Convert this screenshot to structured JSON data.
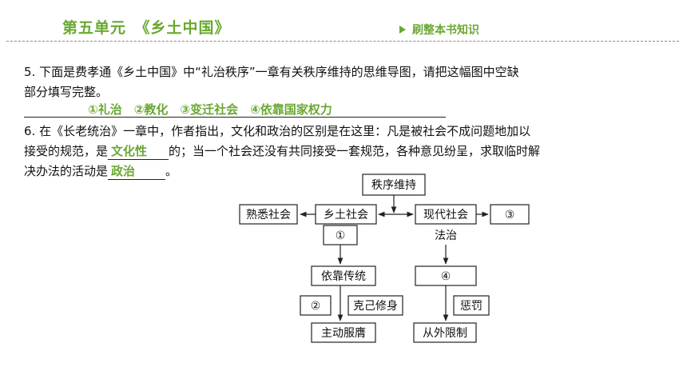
{
  "header": {
    "title": "第五单元　《乡土中国》",
    "link": "刷整本书知识"
  },
  "q5": {
    "line1": "5. 下面是费孝通《乡土中国》中“礼治秩序”一章有关秩序维持的思维导图，请把这幅图中空缺",
    "line2": "部分填写完整。",
    "answers": "①礼治　②教化　③变迁社会　④依靠国家权力"
  },
  "q6": {
    "line1": "6. 在《长老统治》一章中，作者指出，文化和政治的区别是在这里：凡是被社会不成问题地加以",
    "line2_pre": "接受的规范，是",
    "blank1": "文化性",
    "line2_post": "的；当一个社会还没有共同接受一套规范，各种意见纷呈，求取临时解",
    "line3_pre": "决办法的活动是",
    "blank2": "政治",
    "line3_post": "。"
  },
  "mindmap": {
    "top": "秩序维持",
    "familiar": "熟悉社会",
    "rural": "乡土社会",
    "modern": "现代社会",
    "blank3": "③",
    "blank1": "①",
    "law": "法治",
    "tradition": "依靠传统",
    "blank4": "④",
    "blank2": "②",
    "self": "克己修身",
    "punish": "惩罚",
    "submit": "主动服膺",
    "external": "从外限制"
  }
}
